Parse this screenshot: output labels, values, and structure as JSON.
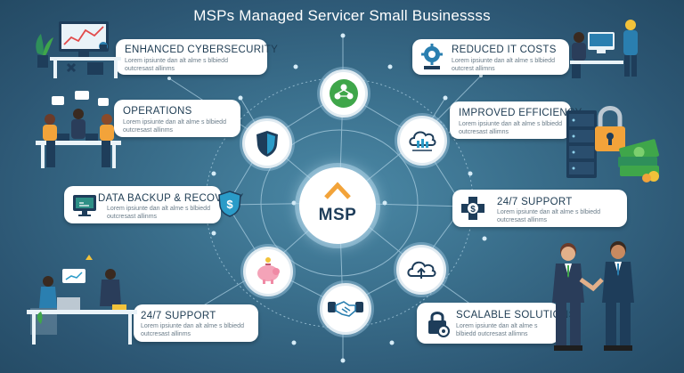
{
  "title": "MSPs Managed Servicer Small Businessss",
  "center": {
    "label": "MSP"
  },
  "cards": {
    "cybersecurity": {
      "title": "ENHANCED CYBERSECURITY",
      "desc": "Lorem ipsiunte dan alt alme s blbiedd outcresast allinms"
    },
    "costs": {
      "title": "REDUCED IT COSTS",
      "desc": "Lorem ipsiunte dan alt alme s blbiedd outcrest allimns"
    },
    "operations": {
      "title": "OPERATIONS",
      "desc": "Lorem ipsiunte dan alt alme s blbiedd outcresast allinms"
    },
    "efficiency": {
      "title": "IMPROVED EFFICIENCY",
      "desc": "Lorem ipsiunte dan alt alme s blbiedd outcresast allimns"
    },
    "backup": {
      "title": "DATA BACKUP & RECOVERY",
      "desc": "Lorem ipsiunte dan alt alme s blbiedd outcresast allinms"
    },
    "support_right": {
      "title": "24/7 SUPPORT",
      "desc": "Lorem ipsiunte dan alt alme s blbiedd outcresast allinms"
    },
    "support_left": {
      "title": "24/7 SUPPORT",
      "desc": "Lorem ipsiunte dan alt alme s blbiedd outcresast allinms"
    },
    "scalable": {
      "title": "SCALABLE SOLUTIONS",
      "desc": "Lorem ipsiunte dan alt alme s blbiedd outcresast allimns"
    }
  },
  "hubs": [
    "people-network-icon",
    "shield-icon",
    "cloud-server-icon",
    "piggy-bank-icon",
    "cloud-upload-icon",
    "handshake-icon"
  ],
  "colors": {
    "background": "#3a6f8c",
    "accent_orange": "#f2a33a",
    "navy": "#1e3d5a",
    "teal": "#2e8f86",
    "green": "#3fa64a"
  }
}
